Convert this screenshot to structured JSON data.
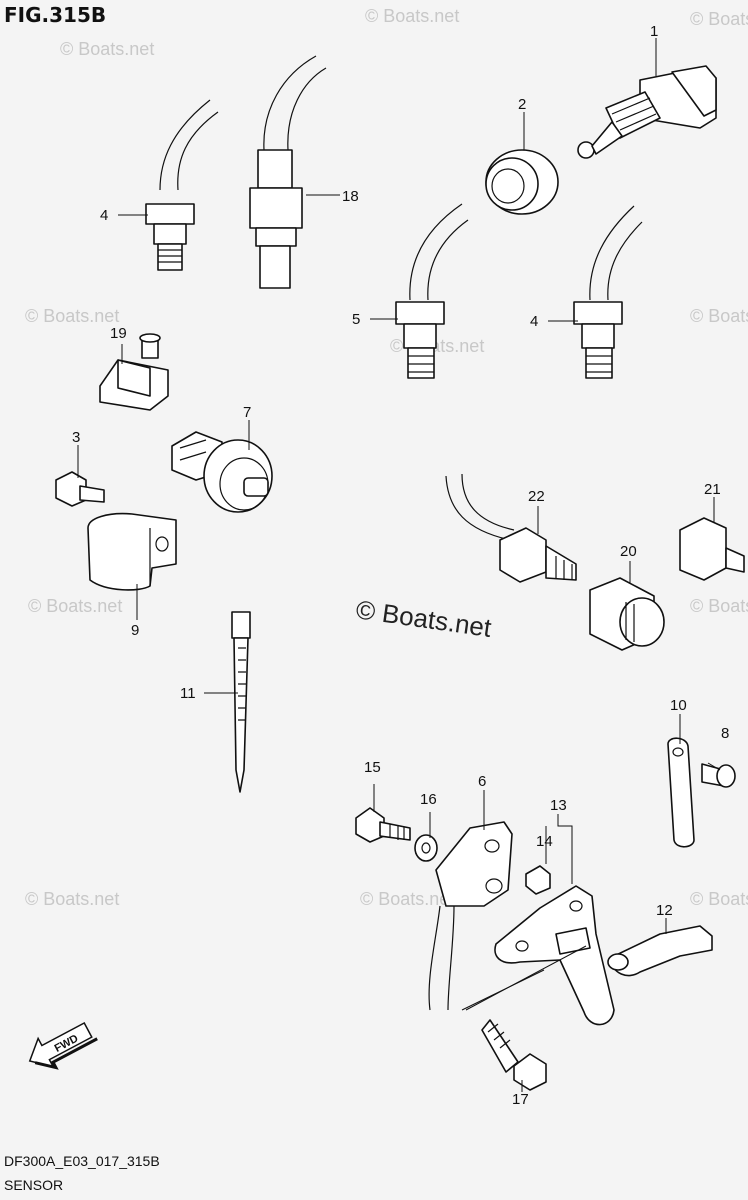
{
  "figure": {
    "title": "FIG.315B",
    "code": "DF300A_E03_017_315B",
    "section": "SENSOR",
    "fwd_label": "FWD"
  },
  "watermark": {
    "small": "© Boats.net",
    "center": "© Boats.net"
  },
  "callouts": [
    {
      "id": "c1",
      "label": "1"
    },
    {
      "id": "c2",
      "label": "2"
    },
    {
      "id": "c3",
      "label": "3"
    },
    {
      "id": "c4a",
      "label": "4"
    },
    {
      "id": "c4b",
      "label": "4"
    },
    {
      "id": "c5",
      "label": "5"
    },
    {
      "id": "c6",
      "label": "6"
    },
    {
      "id": "c7",
      "label": "7"
    },
    {
      "id": "c8",
      "label": "8"
    },
    {
      "id": "c9",
      "label": "9"
    },
    {
      "id": "c10",
      "label": "10"
    },
    {
      "id": "c11",
      "label": "11"
    },
    {
      "id": "c12",
      "label": "12"
    },
    {
      "id": "c13",
      "label": "13"
    },
    {
      "id": "c14",
      "label": "14"
    },
    {
      "id": "c15",
      "label": "15"
    },
    {
      "id": "c16",
      "label": "16"
    },
    {
      "id": "c17",
      "label": "17"
    },
    {
      "id": "c18",
      "label": "18"
    },
    {
      "id": "c19",
      "label": "19"
    },
    {
      "id": "c20",
      "label": "20"
    },
    {
      "id": "c21",
      "label": "21"
    },
    {
      "id": "c22",
      "label": "22"
    }
  ]
}
